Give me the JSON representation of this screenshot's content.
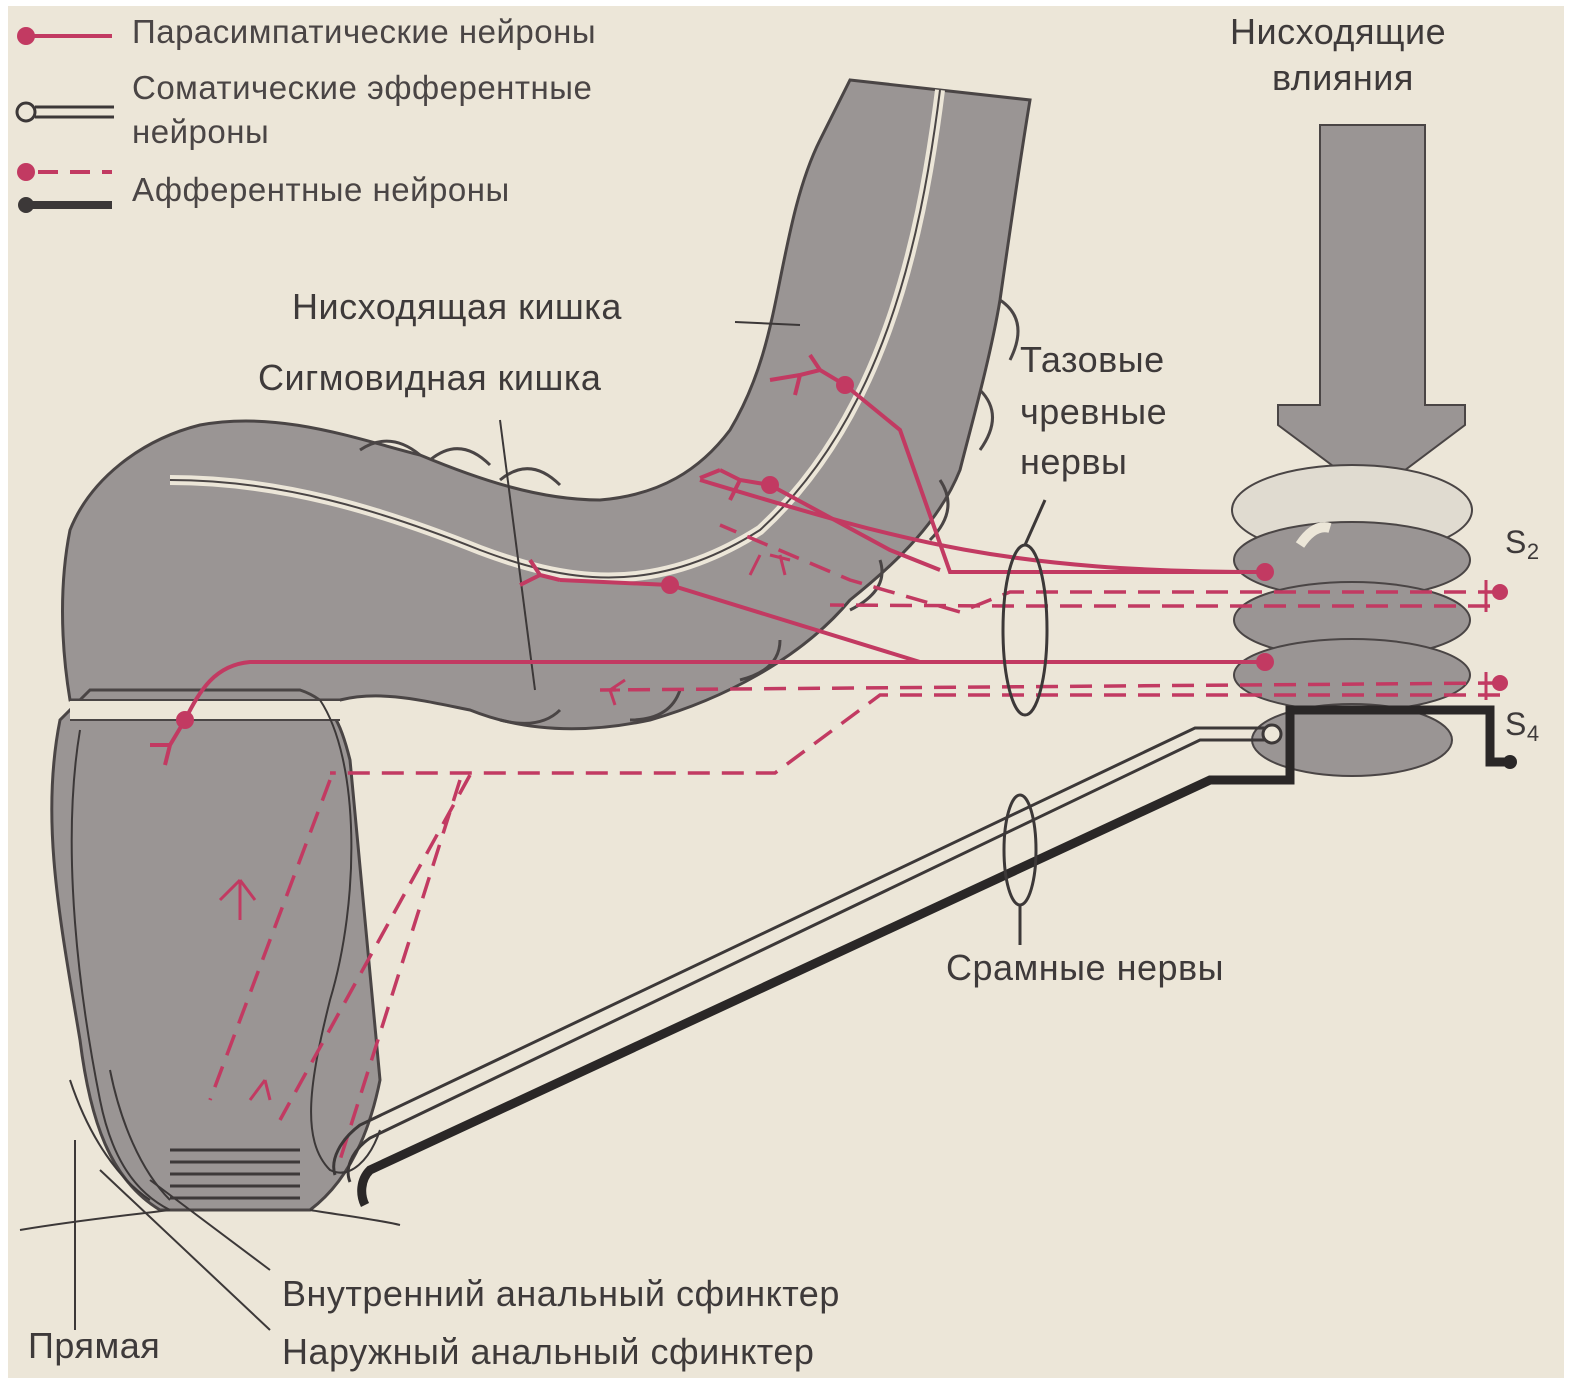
{
  "legend": {
    "parasympathetic": "Парасимпатические нейроны",
    "somatic_line1": "Соматические эфферентные",
    "somatic_line2": "нейроны",
    "afferent": "Афферентные нейроны"
  },
  "labels": {
    "descending_influences_line1": "Нисходящие",
    "descending_influences_line2": "влияния",
    "descending_colon": "Нисходящая кишка",
    "sigmoid_colon": "Сигмовидная кишка",
    "pelvic_nerves_line1": "Тазовые",
    "pelvic_nerves_line2": "чревные",
    "pelvic_nerves_line3": "нервы",
    "pudendal_nerves": "Срамные нервы",
    "internal_sphincter": "Внутренний анальный сфинктер",
    "external_sphincter": "Наружный анальный сфинктер",
    "rectum": "Прямая"
  },
  "segments": {
    "s2_letter": "S",
    "s2_number": "2",
    "s4_letter": "S",
    "s4_number": "4"
  },
  "colors": {
    "background": "#ece6d8",
    "tissue": "#9a9594",
    "parasympathetic": "#c23a62",
    "somatic": "#3c3838",
    "text": "#3e3a3a"
  }
}
